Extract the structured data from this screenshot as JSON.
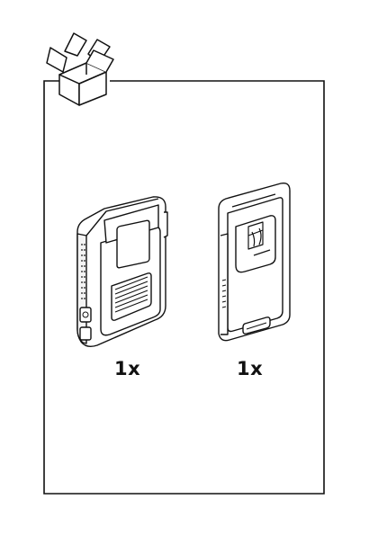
{
  "contents": {
    "items": [
      {
        "name": "body-camera",
        "quantity": "1x"
      },
      {
        "name": "belt-clip",
        "quantity": "1x"
      }
    ]
  }
}
